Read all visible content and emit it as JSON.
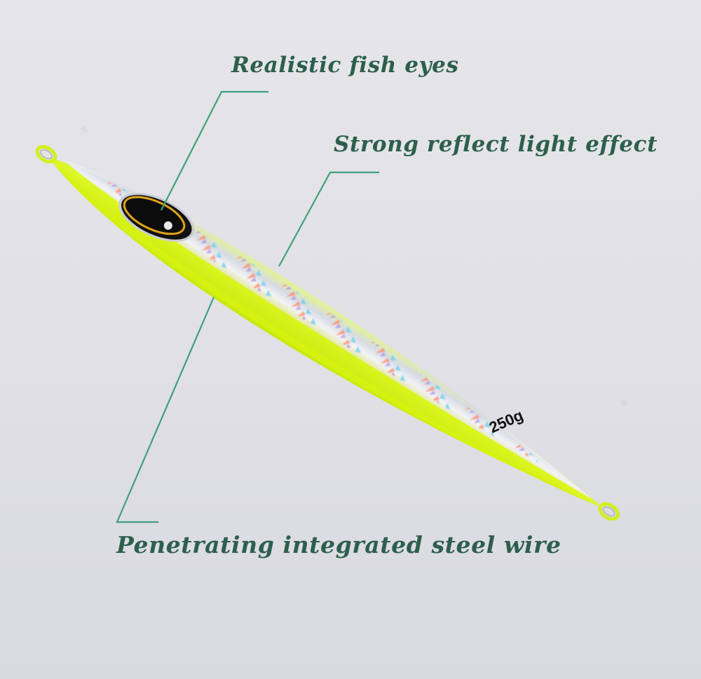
{
  "product": {
    "type": "fishing jig lure",
    "weight_label": "250g",
    "colors": {
      "body_yellow": "#d8f21a",
      "body_silver": "#d9dde2",
      "eye_black": "#111111",
      "eye_ring_gold": "#e0a418",
      "callout_line": "#3f9f80",
      "callout_text": "#2d5f4c",
      "background": "#e2e2e7"
    }
  },
  "callouts": [
    {
      "id": "eyes",
      "label": "Realistic fish eyes"
    },
    {
      "id": "reflect",
      "label": "Strong reflect light effect"
    },
    {
      "id": "wire",
      "label": "Penetrating integrated steel wire"
    }
  ]
}
